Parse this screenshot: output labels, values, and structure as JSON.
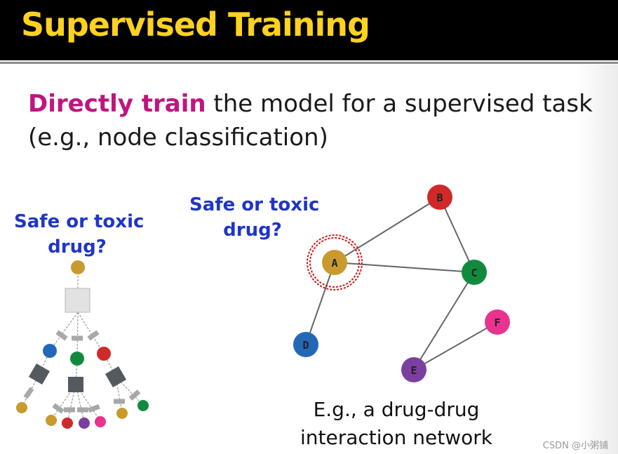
{
  "slide": {
    "title": "Supervised Training",
    "emphasis": "Directly train",
    "line1_rest": " the model for a supervised task",
    "line2": "(e.g., node classification)"
  },
  "left_question": {
    "line1": "Safe or toxic",
    "line2": "drug?"
  },
  "right_question": {
    "line1": "Safe or toxic",
    "line2": "drug?"
  },
  "network": {
    "nodes": [
      {
        "id": "A",
        "label": "A",
        "color": "#c99a2e"
      },
      {
        "id": "B",
        "label": "B",
        "color": "#cf2a2a"
      },
      {
        "id": "C",
        "label": "C",
        "color": "#128a3e"
      },
      {
        "id": "D",
        "label": "D",
        "color": "#2368b8"
      },
      {
        "id": "E",
        "label": "E",
        "color": "#7b3fa0"
      },
      {
        "id": "F",
        "label": "F",
        "color": "#e8338f"
      }
    ],
    "edges": [
      [
        "A",
        "B"
      ],
      [
        "A",
        "C"
      ],
      [
        "A",
        "D"
      ],
      [
        "B",
        "C"
      ],
      [
        "C",
        "E"
      ],
      [
        "E",
        "F"
      ]
    ],
    "highlighted": "A"
  },
  "caption": {
    "line1": "E.g., a drug-drug",
    "line2": "interaction network"
  },
  "watermark": "CSDN @小粥铺",
  "colors": {
    "title_text": "#ffd21f",
    "emphasis": "#c0157f",
    "question": "#1f35c8",
    "edge": "#666666",
    "highlight_ring": "#d11a1a",
    "tree_block": "#555a60",
    "tree_box": "#e2e2e2"
  }
}
